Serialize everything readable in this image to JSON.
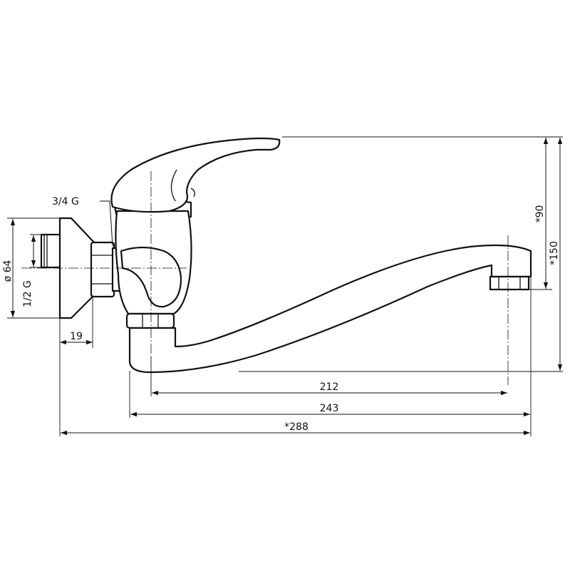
{
  "drawing": {
    "labels": {
      "inlet_thread": "3/4 G",
      "rosette_diameter": "ø 64",
      "connection_thread": "1/2 G",
      "rosette_depth": "19",
      "spout_reach_inner": "212",
      "spout_reach_outer": "243",
      "overall_length": "*288",
      "lever_height": "*90",
      "overall_height": "*150"
    },
    "colors": {
      "line": "#111111",
      "background": "#ffffff"
    }
  }
}
